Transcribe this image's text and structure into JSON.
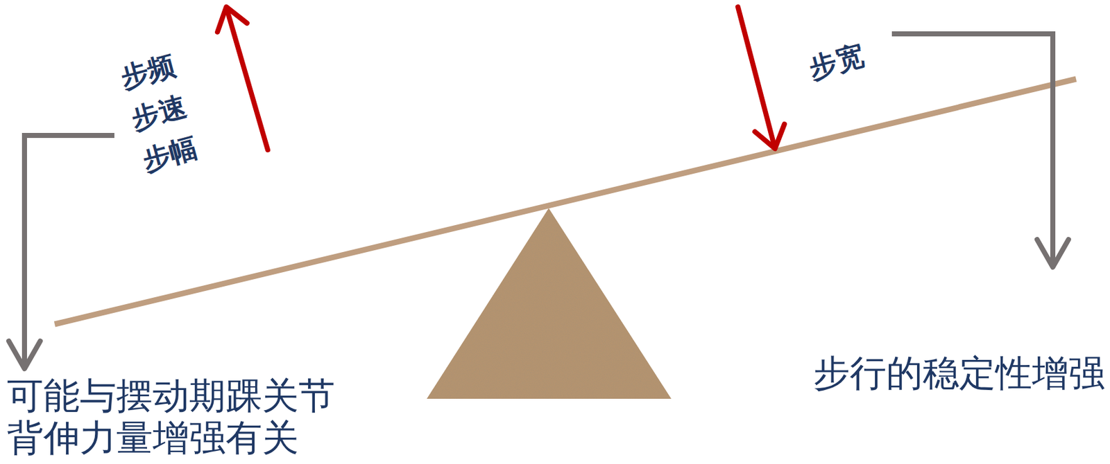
{
  "diagram": {
    "labels": [
      "步频",
      "步速",
      "步幅",
      "步宽",
      "可能与摆动期踝关节 背伸力量增强有关",
      "步行的稳定性增强"
    ]
  }
}
